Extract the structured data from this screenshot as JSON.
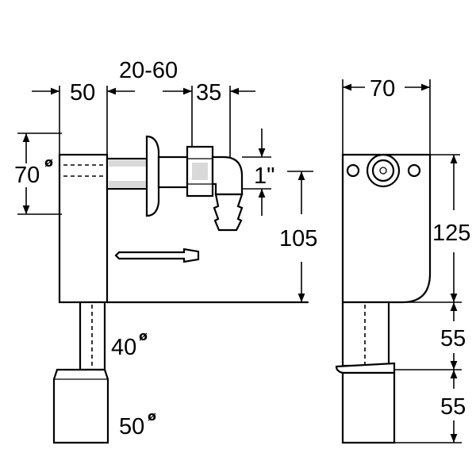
{
  "dimensions": {
    "d50": "50",
    "d20_60": "20-60",
    "d35": "35",
    "d70_side": "70",
    "d70_dia": "70",
    "d1inch": "1\"",
    "d105": "105",
    "d40_dia": "40",
    "d50_dia": "50",
    "d125": "125",
    "d55_upper": "55",
    "d55_lower": "55"
  },
  "diameter_symbol": "ø"
}
